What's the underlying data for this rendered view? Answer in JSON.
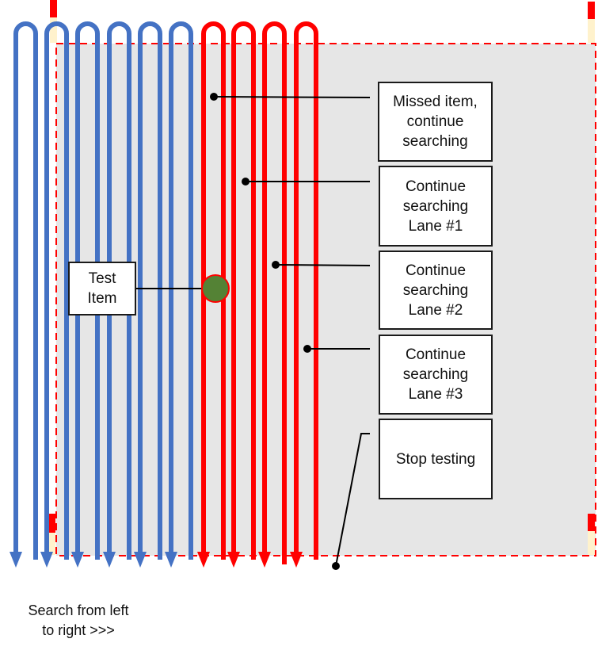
{
  "diagram": {
    "type": "search-pattern",
    "colors": {
      "completed_lane": "#4472C4",
      "active_lane": "#FF0000",
      "search_area_fill": "#E6E6E6",
      "search_area_border": "#FF0000",
      "test_item": "#548235",
      "callout": "#000000",
      "marker_end": "#FFF2CC"
    },
    "lanes": {
      "completed_count": 6,
      "active_count": 4,
      "direction": "top-to-bottom, sweeping left to right"
    },
    "test_item": {
      "label": "Test\nItem"
    },
    "callouts": [
      {
        "id": "missed",
        "label": "Missed item,\ncontinue\nsearching"
      },
      {
        "id": "lane1",
        "label": "Continue\nsearching\nLane #1"
      },
      {
        "id": "lane2",
        "label": "Continue\nsearching\nLane #2"
      },
      {
        "id": "lane3",
        "label": "Continue\nsearching\nLane #3"
      },
      {
        "id": "stop",
        "label": "Stop testing"
      }
    ],
    "caption": "Search from left\nto right >>>"
  }
}
